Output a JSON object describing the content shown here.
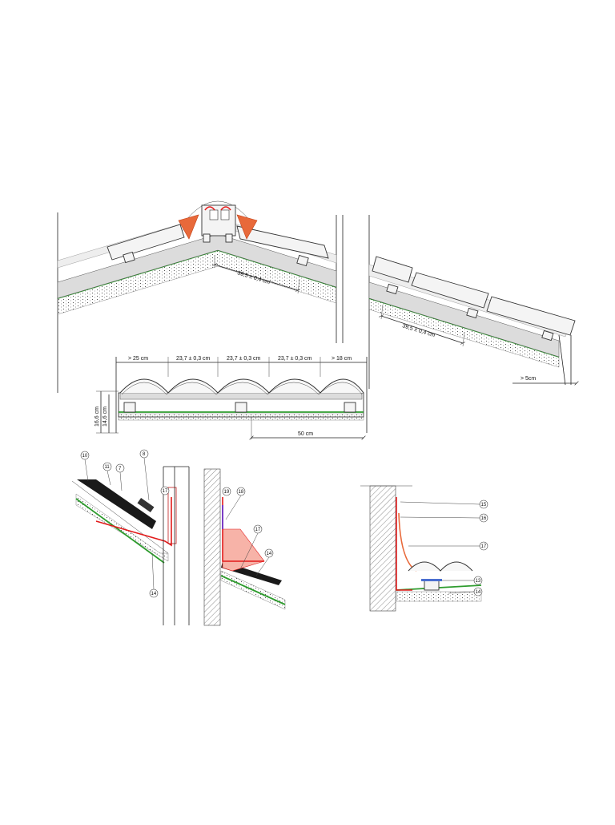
{
  "ridge_section": {
    "batten_spacing": "39,5 ± 0,4 cm"
  },
  "eaves_section": {
    "batten_spacing": "39,5 ± 0,4 cm",
    "overhang": "> 5cm"
  },
  "cross_section": {
    "dims_top": [
      "> 25 cm",
      "23,7 ± 0,3 cm",
      "23,7 ± 0,3 cm",
      "23,7 ± 0,3 cm",
      "> 18 cm"
    ],
    "height_outer": "16,6 cm",
    "height_inner": "14,6 cm",
    "bottom_dim": "50 cm"
  },
  "detail_left": {
    "callouts": [
      "10",
      "11",
      "7",
      "8",
      "17",
      "14"
    ]
  },
  "detail_middle": {
    "callouts": [
      "19",
      "18",
      "17",
      "14"
    ]
  },
  "detail_right": {
    "callouts": [
      "15",
      "16",
      "17",
      "13",
      "14"
    ]
  },
  "colors": {
    "membrane": "#2e9c2e",
    "flashing": "#e21b1b",
    "ventilation": "#e8693a"
  }
}
